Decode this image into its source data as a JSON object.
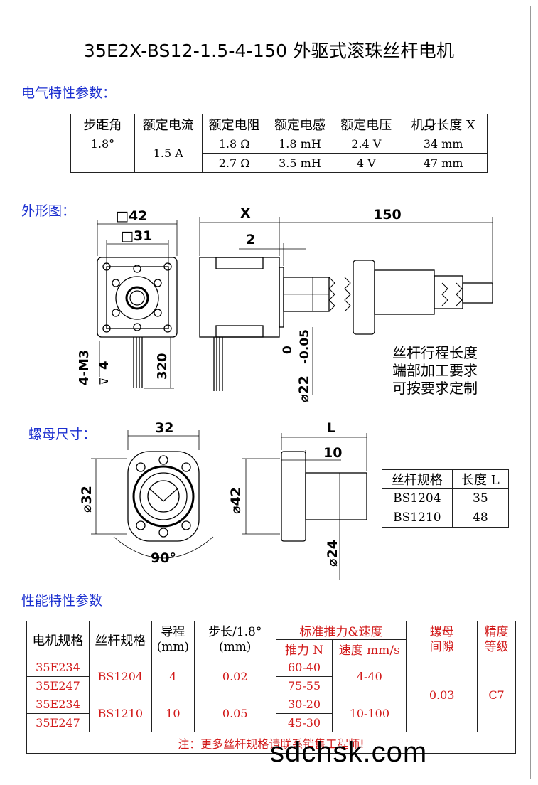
{
  "title": "35E2X-BS12-1.5-4-150 外驱式滚珠丝杆电机",
  "sections": {
    "electrical": "电气特性参数：",
    "outline": "外形图：",
    "nut": "螺母尺寸：",
    "performance": "性能特性参数"
  },
  "electrical_table": {
    "headers": [
      "步距角",
      "额定电流",
      "额定电阻",
      "额定电感",
      "额定电压",
      "机身长度 X"
    ],
    "step_angle": "1.8°",
    "current": "1.5 A",
    "rows": [
      {
        "resistance": "1.8 Ω",
        "inductance": "1.8 mH",
        "voltage": "2.4 V",
        "length": "34 mm"
      },
      {
        "resistance": "2.7 Ω",
        "inductance": "3.5 mH",
        "voltage": "4 V",
        "length": "47 mm"
      }
    ]
  },
  "outline_drawing": {
    "dim_sq42": "□42",
    "dim_sq31": "□31",
    "dim_x": "X",
    "dim_2": "2",
    "dim_150": "150",
    "dim_4m3": "4-M3",
    "dim_depth": "4",
    "dim_depth_symbol": "⊽",
    "dim_320": "320",
    "dim_tol": "0",
    "dim_tol2": "-0.05",
    "dim_d22": "⌀22",
    "note_lines": [
      "丝杆行程长度",
      "端部加工要求",
      "可按要求定制"
    ]
  },
  "nut_drawing": {
    "dim_32": "32",
    "dim_d32": "⌀32",
    "dim_90": "90°",
    "dim_L": "L",
    "dim_10": "10",
    "dim_d42": "⌀42",
    "dim_d24": "⌀24"
  },
  "nut_table": {
    "headers": [
      "丝杆规格",
      "长度 L"
    ],
    "rows": [
      {
        "spec": "BS1204",
        "length": "35"
      },
      {
        "spec": "BS1210",
        "length": "48"
      }
    ]
  },
  "performance_table": {
    "h_motor": "电机规格",
    "h_screw": "丝杆规格",
    "h_lead": "导程",
    "h_lead_unit": "(mm)",
    "h_step": "步长/1.8°",
    "h_step_unit": "(mm)",
    "h_std": "标准推力&速度",
    "h_thrust": "推力 N",
    "h_speed": "速度 mm/s",
    "h_gap1": "螺母",
    "h_gap2": "间隙",
    "h_prec1": "精度",
    "h_prec2": "等级",
    "groups": [
      {
        "screw": "BS1204",
        "lead": "4",
        "step": "0.02",
        "speed": "4-40",
        "rows": [
          {
            "motor": "35E234",
            "thrust": "60-40"
          },
          {
            "motor": "35E247",
            "thrust": "75-55"
          }
        ]
      },
      {
        "screw": "BS1210",
        "lead": "10",
        "step": "0.05",
        "speed": "10-100",
        "rows": [
          {
            "motor": "35E234",
            "thrust": "30-20"
          },
          {
            "motor": "35E247",
            "thrust": "45-30"
          }
        ]
      }
    ],
    "gap": "0.03",
    "precision": "C7",
    "note": "注：更多丝杆规格请联系销售工程师!"
  },
  "watermark": "sdchsk.com",
  "colors": {
    "section": "#1b2fd0",
    "red": "#d21a1a"
  }
}
